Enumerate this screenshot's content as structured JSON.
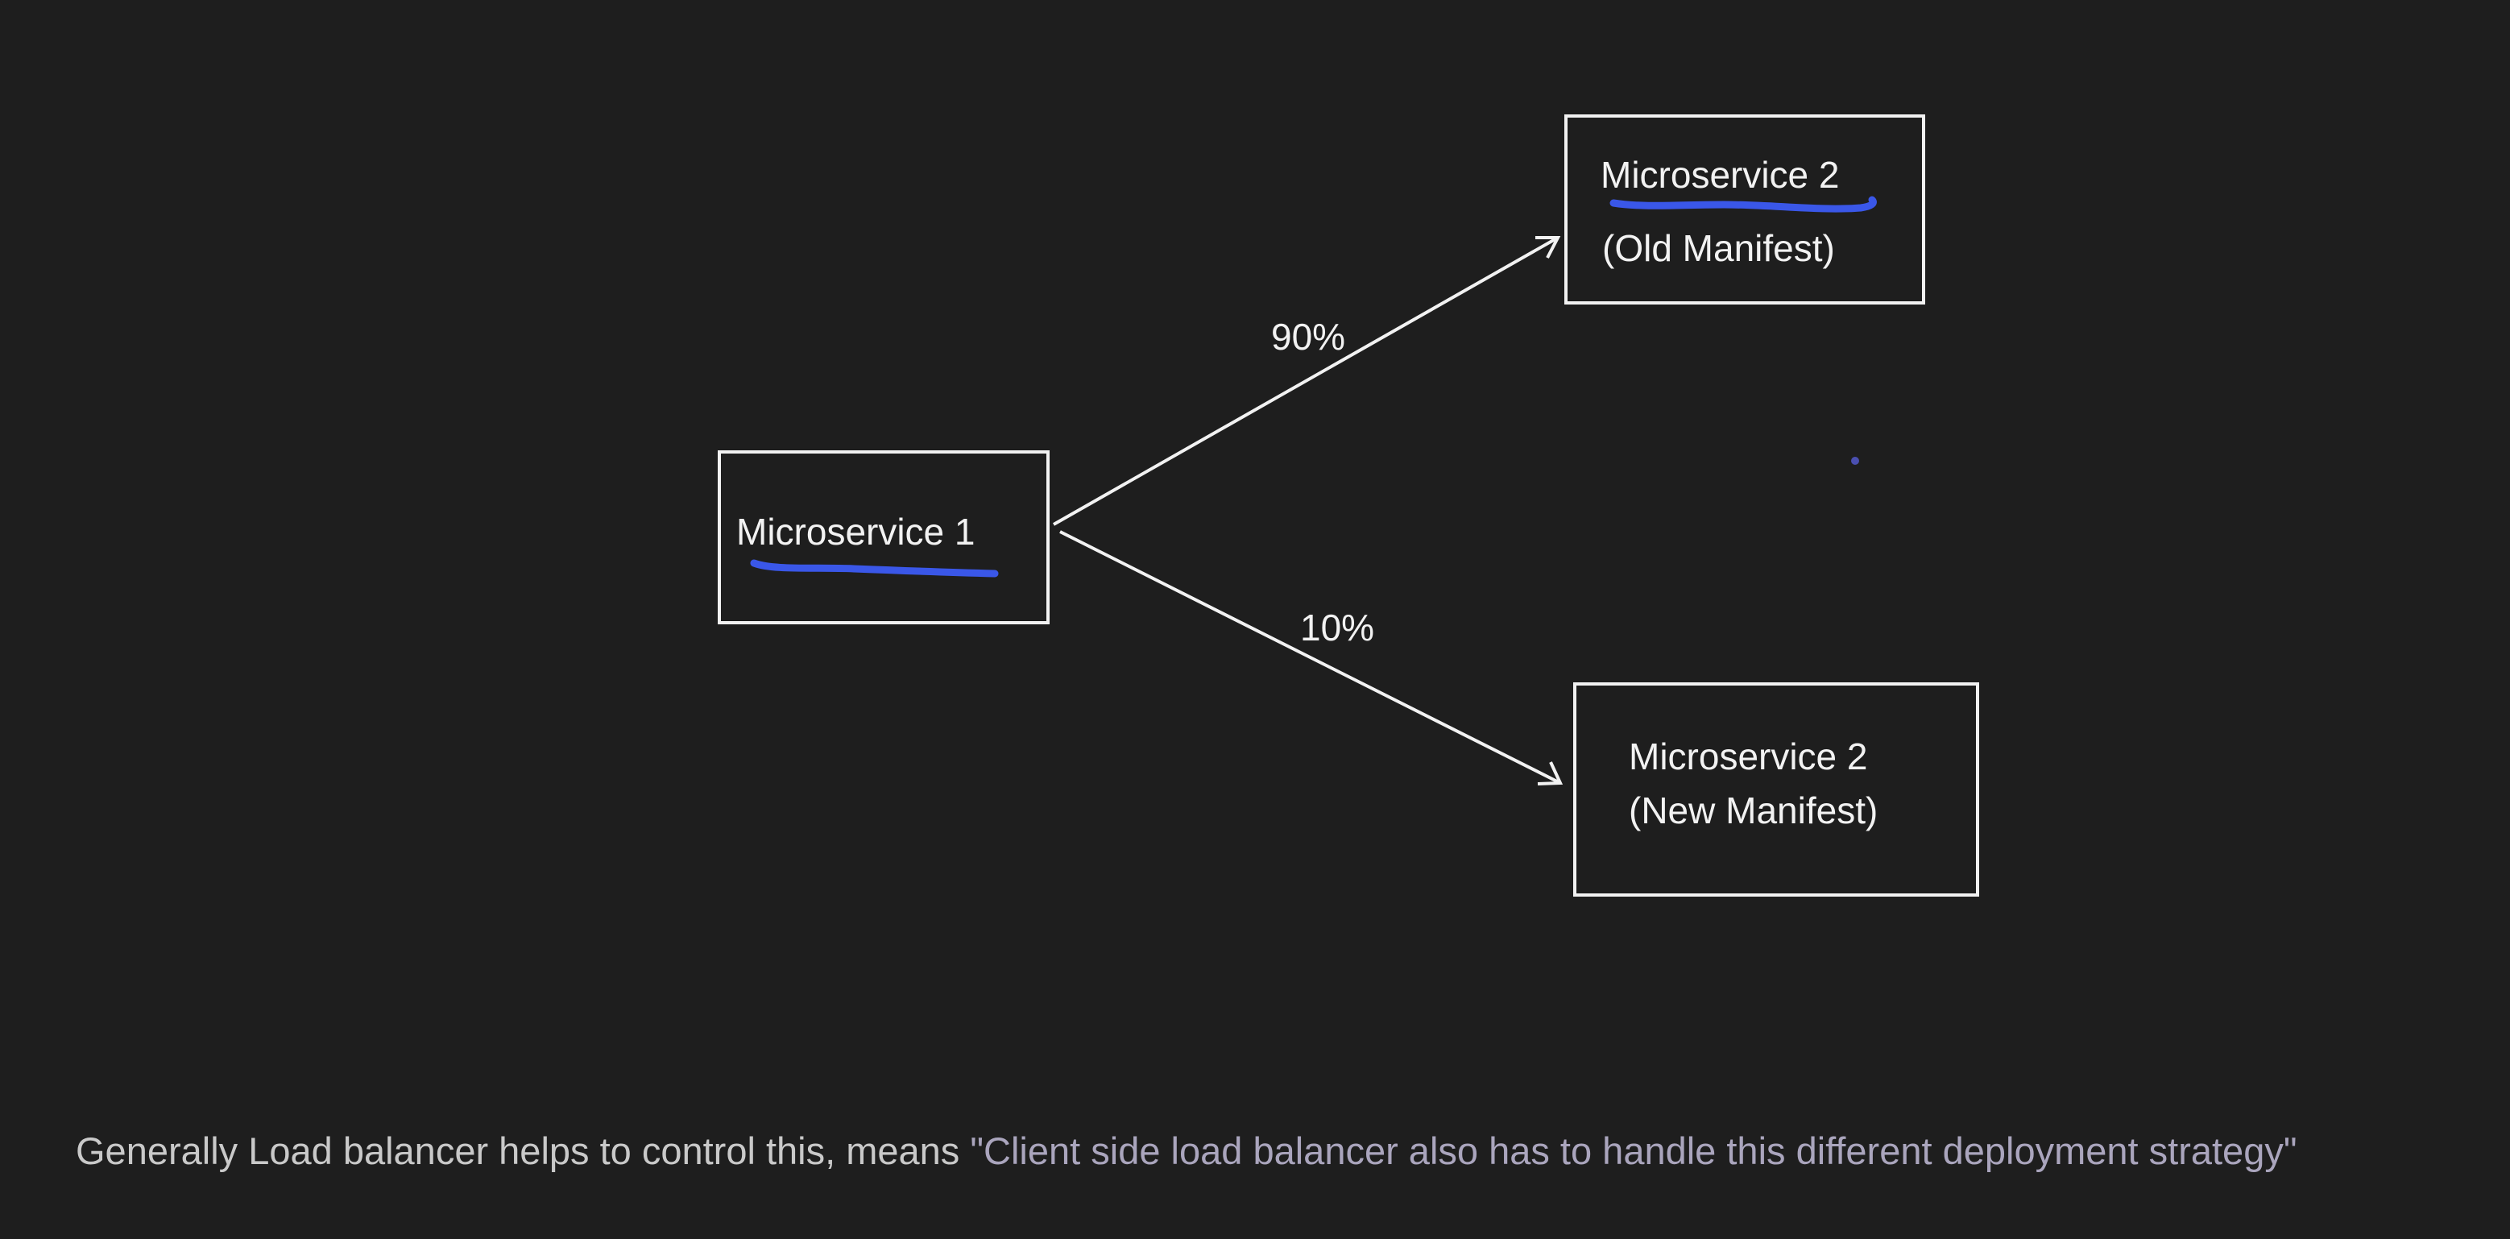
{
  "diagram": {
    "nodes": [
      {
        "id": "ms1",
        "lines": [
          "Microservice 1"
        ],
        "underlined": true
      },
      {
        "id": "ms2_old",
        "lines": [
          "Microservice 2",
          "(Old Manifest)"
        ],
        "underlined": true
      },
      {
        "id": "ms2_new",
        "lines": [
          "Microservice 2",
          "(New Manifest)"
        ],
        "underlined": false
      }
    ],
    "edges": [
      {
        "from": "ms1",
        "to": "ms2_old",
        "label": "90%"
      },
      {
        "from": "ms1",
        "to": "ms2_new",
        "label": "10%"
      }
    ],
    "colors": {
      "background": "#1e1e1e",
      "box_stroke": "#f2f2f2",
      "text": "#f2f2f2",
      "annotation_underline": "#3a57e8",
      "caption_text": "#c9c9c9",
      "caption_quote": "#aaa5bd"
    }
  },
  "caption": {
    "lead": "Generally Load balancer helps to control this, means ",
    "quote": "\"Client side load balancer also has to handle this different deployment strategy\""
  }
}
